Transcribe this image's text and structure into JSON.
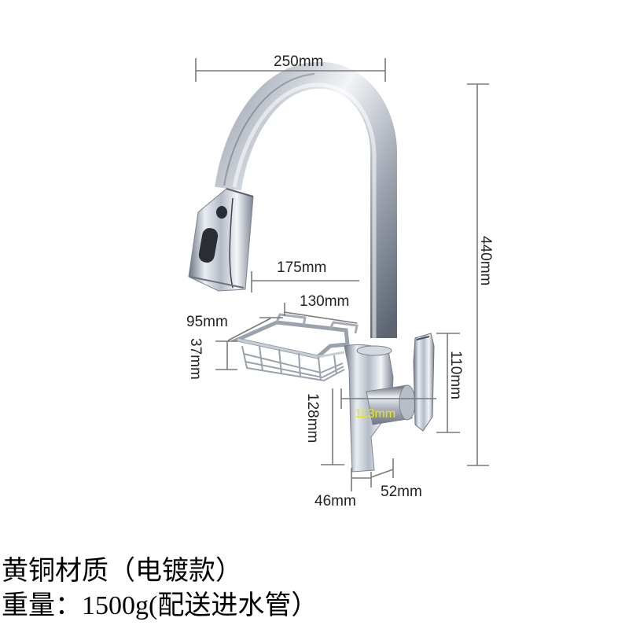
{
  "product": {
    "type": "pull-out kitchen faucet with soap basket"
  },
  "dimensions": {
    "overall_width": "250mm",
    "overall_height": "440mm",
    "spout_reach": "175mm",
    "basket_length": "130mm",
    "basket_width": "95mm",
    "basket_height": "37mm",
    "body_height": "128mm",
    "handle_height": "110mm",
    "handle_offset": "113mm",
    "base_depth": "46mm",
    "base_width": "52mm"
  },
  "captions": {
    "line1": "黄铜材质（电镀款）",
    "line2": "重量：1500g(配送进水管）"
  },
  "colors": {
    "background": "#ffffff",
    "dimension_line": "#7a7a7a",
    "dimension_text": "#222222",
    "highlight_text": "#e6e619",
    "chrome_light": "#e8ecf2",
    "chrome_mid": "#a9b0bb",
    "chrome_dark": "#4a5260",
    "button_dark": "#2a2e34"
  }
}
